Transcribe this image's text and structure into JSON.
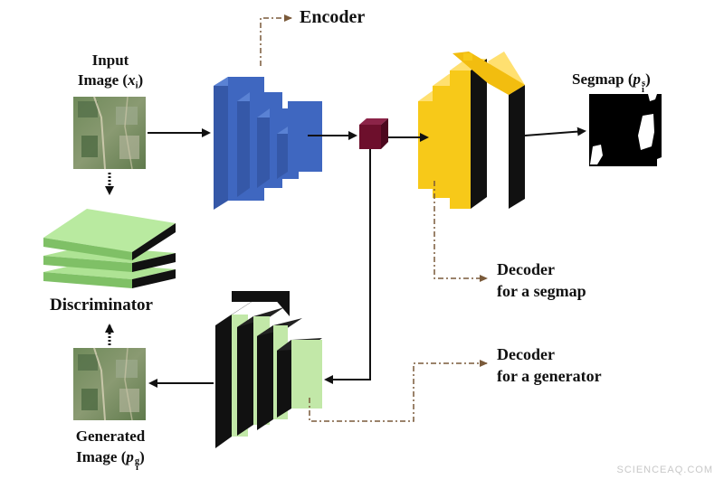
{
  "labels": {
    "encoder": "Encoder",
    "input_line1": "Input",
    "input_line2": "Image (",
    "input_var": "x",
    "input_sub": "i",
    "input_close": ")",
    "segmap_prefix": "Segmap (",
    "segmap_var": "p",
    "segmap_sup": "s",
    "segmap_sub": "i",
    "segmap_close": ")",
    "decoder_seg_line1": "Decoder",
    "decoder_seg_line2": "for a segmap",
    "decoder_gen_line1": "Decoder",
    "decoder_gen_line2": "for a generator",
    "discriminator": "Discriminator",
    "generated_line1": "Generated",
    "generated_line2": "Image (",
    "generated_var": "p",
    "generated_sup": "g",
    "generated_sub": "i",
    "generated_close": ")"
  },
  "watermark": "SCIENCEAQ.COM",
  "colors": {
    "encoder_blue": "#3f67c0",
    "decoder_segmap_yellow": "#f7c919",
    "decoder_generator_green": "#c2e8a8",
    "discriminator_green": "#aee394",
    "latent_cube": "#6d0f2c",
    "block_dark": "#1a1a1a",
    "dashed_leader": "#7a5a3a",
    "arrow": "#111111"
  }
}
